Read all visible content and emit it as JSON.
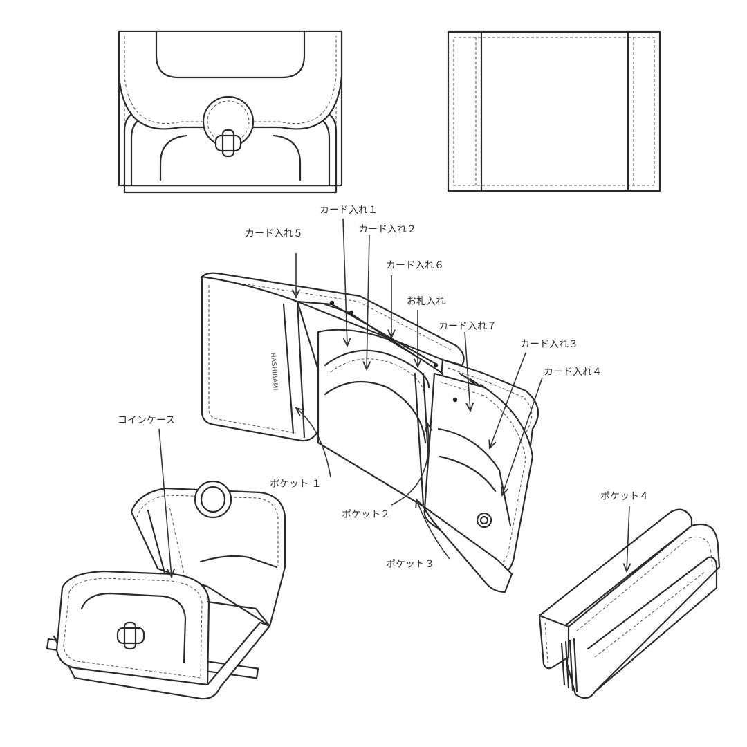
{
  "colors": {
    "line": "#2b2b2b",
    "background": "#ffffff"
  },
  "brand": "HASHIBAMI",
  "labels": {
    "card1": "カード入れ１",
    "card2": "カード入れ２",
    "card3": "カード入れ３",
    "card4": "カード入れ４",
    "card5": "カード入れ５",
    "card6": "カード入れ６",
    "card7": "カード入れ７",
    "bill": "お札入れ",
    "coin": "コインケース",
    "pocket1": "ポケット １",
    "pocket2": "ポケット２",
    "pocket3": "ポケット３",
    "pocket4": "ポケット４"
  }
}
